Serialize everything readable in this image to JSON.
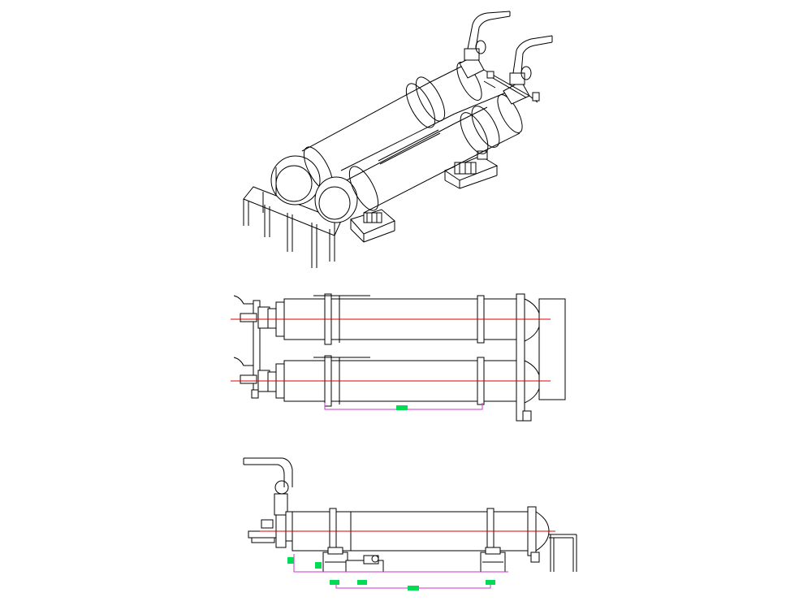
{
  "drawing": {
    "background": "#ffffff",
    "line_color": "#000000",
    "axis_color": "#e00000",
    "dimension_color": "#cc33cc",
    "tag_color": "#00dd55",
    "views": [
      "isometric-view",
      "top-view",
      "side-view"
    ],
    "text": []
  }
}
